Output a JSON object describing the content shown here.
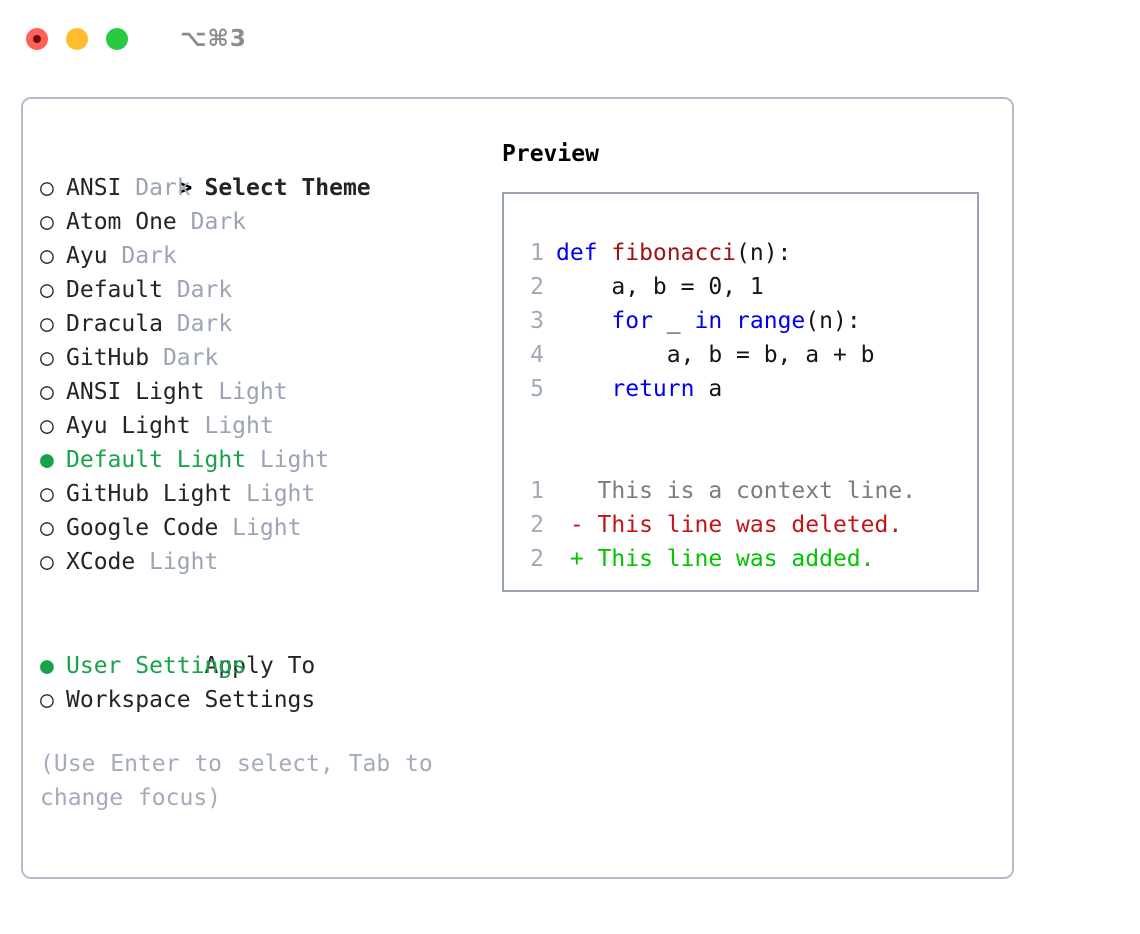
{
  "titlebar": {
    "shortcut": "⌥⌘3",
    "lights": [
      {
        "name": "close",
        "color": "#ff6058"
      },
      {
        "name": "minimize",
        "color": "#febc2e"
      },
      {
        "name": "maximize",
        "color": "#28c840"
      }
    ]
  },
  "theme_list": {
    "header_marker": ">",
    "header_label": "Select Theme",
    "items": [
      {
        "marker": "○",
        "label": "ANSI",
        "suffix": "Dark",
        "selected": false
      },
      {
        "marker": "○",
        "label": "Atom One",
        "suffix": "Dark",
        "selected": false
      },
      {
        "marker": "○",
        "label": "Ayu",
        "suffix": "Dark",
        "selected": false
      },
      {
        "marker": "○",
        "label": "Default",
        "suffix": "Dark",
        "selected": false
      },
      {
        "marker": "○",
        "label": "Dracula",
        "suffix": "Dark",
        "selected": false
      },
      {
        "marker": "○",
        "label": "GitHub",
        "suffix": "Dark",
        "selected": false
      },
      {
        "marker": "○",
        "label": "ANSI Light",
        "suffix": "Light",
        "selected": false
      },
      {
        "marker": "○",
        "label": "Ayu Light",
        "suffix": "Light",
        "selected": false
      },
      {
        "marker": "●",
        "label": "Default Light",
        "suffix": "Light",
        "selected": true
      },
      {
        "marker": "○",
        "label": "GitHub Light",
        "suffix": "Light",
        "selected": false
      },
      {
        "marker": "○",
        "label": "Google Code",
        "suffix": "Light",
        "selected": false
      },
      {
        "marker": "○",
        "label": "XCode",
        "suffix": "Light",
        "selected": false
      }
    ]
  },
  "apply_to": {
    "heading": "Apply To",
    "items": [
      {
        "marker": "●",
        "label": "User Settings",
        "selected": true
      },
      {
        "marker": "○",
        "label": "Workspace Settings",
        "selected": false
      }
    ]
  },
  "hint": "(Use Enter to select, Tab to change focus)",
  "preview": {
    "title": "Preview",
    "code": [
      {
        "num": "1",
        "tokens": [
          {
            "t": "def ",
            "c": "kw"
          },
          {
            "t": "fibonacci",
            "c": "fn"
          },
          {
            "t": "(n):",
            "c": "pl"
          }
        ]
      },
      {
        "num": "2",
        "tokens": [
          {
            "t": "    a, b = 0, 1",
            "c": "pl"
          }
        ]
      },
      {
        "num": "3",
        "tokens": [
          {
            "t": "    ",
            "c": "pl"
          },
          {
            "t": "for",
            "c": "kw"
          },
          {
            "t": " _ ",
            "c": "pl"
          },
          {
            "t": "in",
            "c": "kw"
          },
          {
            "t": " ",
            "c": "pl"
          },
          {
            "t": "range",
            "c": "kw"
          },
          {
            "t": "(n):",
            "c": "pl"
          }
        ]
      },
      {
        "num": "4",
        "tokens": [
          {
            "t": "        a, b = b, a + b",
            "c": "pl"
          }
        ]
      },
      {
        "num": "5",
        "tokens": [
          {
            "t": "    ",
            "c": "pl"
          },
          {
            "t": "return",
            "c": "kw"
          },
          {
            "t": " a",
            "c": "pl"
          }
        ]
      }
    ],
    "diff": [
      {
        "num": "1",
        "sign": " ",
        "text": "This is a context line.",
        "kind": "ctx"
      },
      {
        "num": "2",
        "sign": "-",
        "text": "This line was deleted.",
        "kind": "del"
      },
      {
        "num": "2",
        "sign": "+",
        "text": "This line was added.",
        "kind": "add"
      }
    ]
  },
  "colors": {
    "accent_green": "#17a34a",
    "diff_add": "#00c400",
    "diff_del": "#c31515",
    "keyword_blue": "#0000ee",
    "function_red": "#a11212",
    "muted": "#9aa4b4",
    "border": "#b3bcc9"
  }
}
